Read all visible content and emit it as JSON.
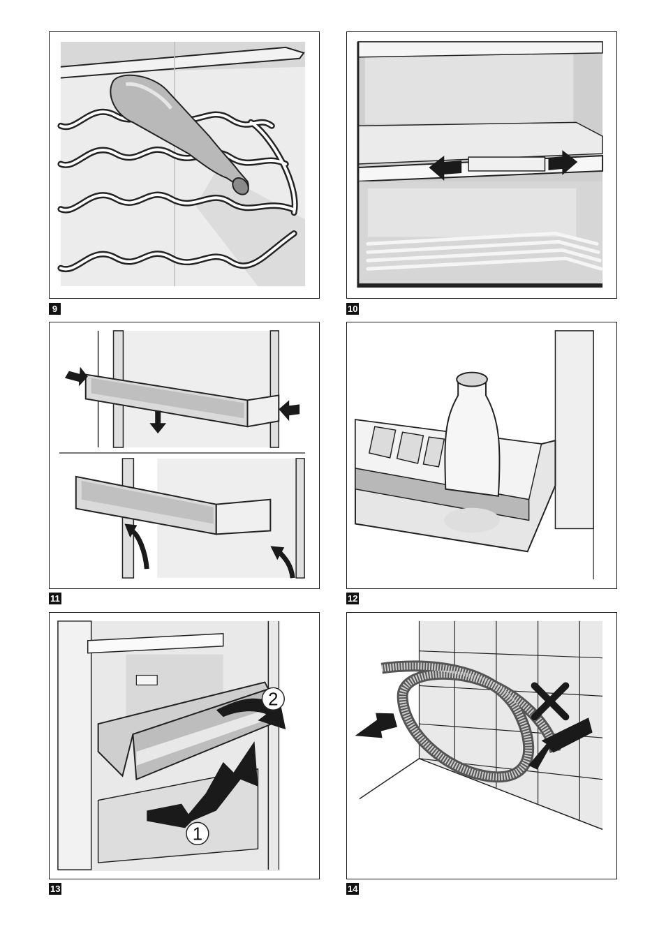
{
  "figures": [
    {
      "number": "9"
    },
    {
      "number": "10"
    },
    {
      "number": "11"
    },
    {
      "number": "12"
    },
    {
      "number": "13",
      "steps": [
        "1",
        "2"
      ]
    },
    {
      "number": "14"
    }
  ],
  "icons": [
    "wine-bottle-icon",
    "shelf-rail-icon",
    "arrow-icon",
    "door-shelf-icon",
    "milk-bottle-icon",
    "drawer-icon",
    "hose-icon",
    "cross-mark-icon"
  ]
}
